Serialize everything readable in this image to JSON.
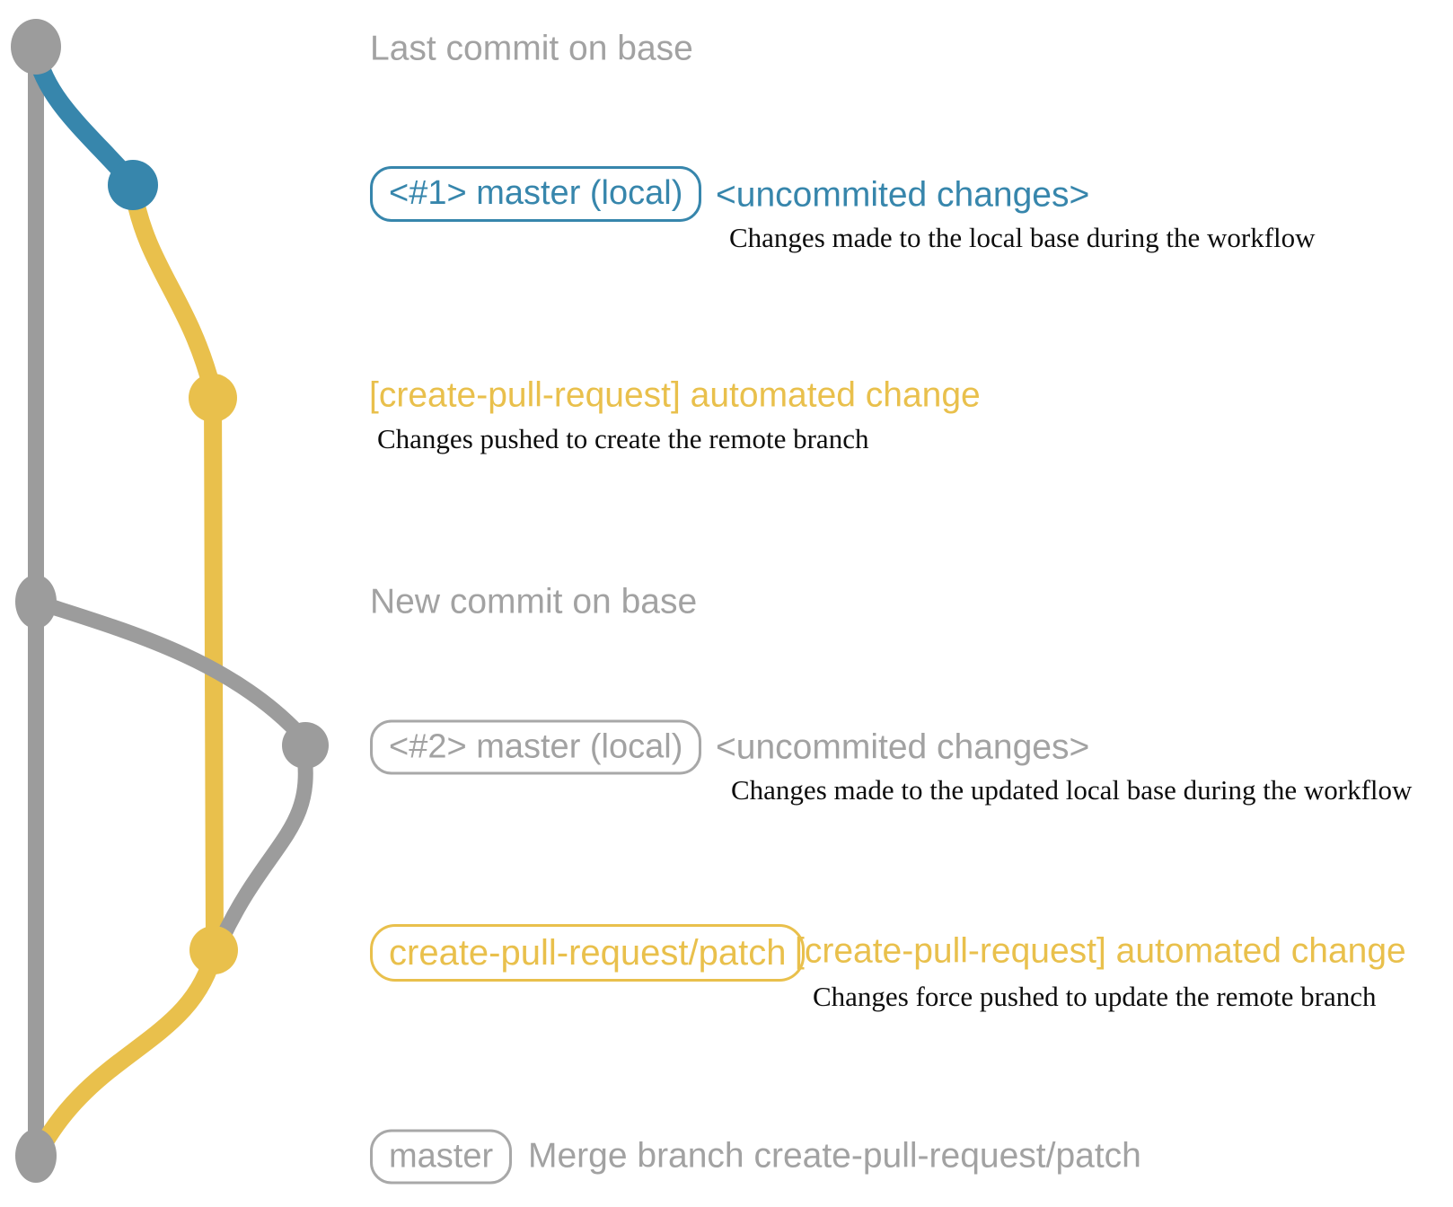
{
  "colors": {
    "blue": "#3786ac",
    "yellow": "#e9c04c",
    "gray": "#9c9c9c",
    "gray_text": "#a2a2a2",
    "black": "#0d0d0d"
  },
  "graph": {
    "nodes": [
      {
        "id": "base-commit-top",
        "color": "gray"
      },
      {
        "id": "local-commit-1",
        "color": "blue"
      },
      {
        "id": "remote-branch-commit-1",
        "color": "yellow"
      },
      {
        "id": "base-commit-new",
        "color": "gray"
      },
      {
        "id": "local-commit-2",
        "color": "gray"
      },
      {
        "id": "remote-branch-commit-2",
        "color": "yellow"
      },
      {
        "id": "merge-commit",
        "color": "gray"
      }
    ]
  },
  "rows": {
    "last_commit": {
      "label": "Last commit on base"
    },
    "commit1": {
      "badge": "<#1> master (local)",
      "annotation": "<uncommited changes>",
      "description": "Changes made to the local base during the workflow"
    },
    "push1": {
      "message": "[create-pull-request] automated change",
      "description": "Changes pushed to create the remote branch"
    },
    "new_commit": {
      "label": "New commit on base"
    },
    "commit2": {
      "badge": "<#2> master (local)",
      "annotation": "<uncommited changes>",
      "description": "Changes made to the updated local base during the workflow"
    },
    "push2": {
      "badge": "create-pull-request/patch",
      "message": "[create-pull-request] automated change",
      "description": "Changes force pushed to update the remote branch"
    },
    "merge": {
      "badge": "master",
      "message": "Merge branch create-pull-request/patch"
    }
  }
}
